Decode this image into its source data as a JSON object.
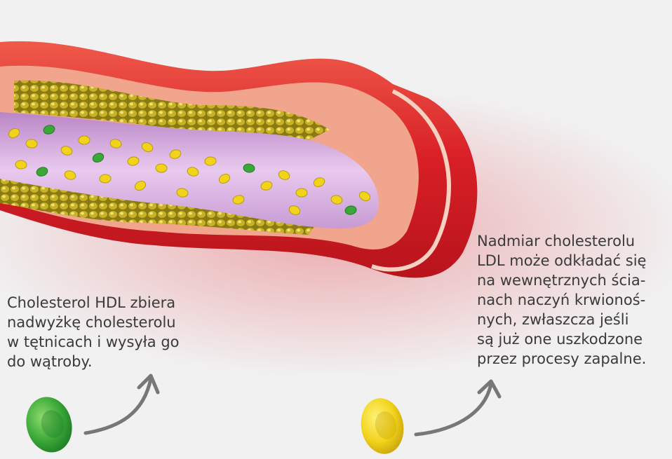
{
  "hdl_text": {
    "lines": [
      "Cholesterol HDL zbiera",
      "nadwyżkę cholesterolu",
      "w tętnicach i wysyła go",
      "do wątroby."
    ]
  },
  "ldl_text": {
    "lines": [
      "Nadmiar cholesterolu",
      "LDL może odkładać się",
      "na wewnętrznych ścia-",
      "nach naczyń krwionoś-",
      "nych, zwłaszcza jeśli",
      "są już one uszkodzone",
      "przez procesy zapalne."
    ]
  },
  "colors": {
    "background": "#f1f1f2",
    "artery_wall": "#e2262b",
    "artery_inner": "#f0a58c",
    "plaque": "#b8a21c",
    "lumen": "#d9a8df",
    "hdl_cell": "#3aa838",
    "ldl_cell": "#f2d31c",
    "arrow": "#777777",
    "text": "#3a3a3a"
  },
  "icons": {
    "hdl": "green-blood-cell-icon",
    "ldl": "yellow-blood-cell-icon",
    "arrow": "curved-arrow-icon"
  }
}
